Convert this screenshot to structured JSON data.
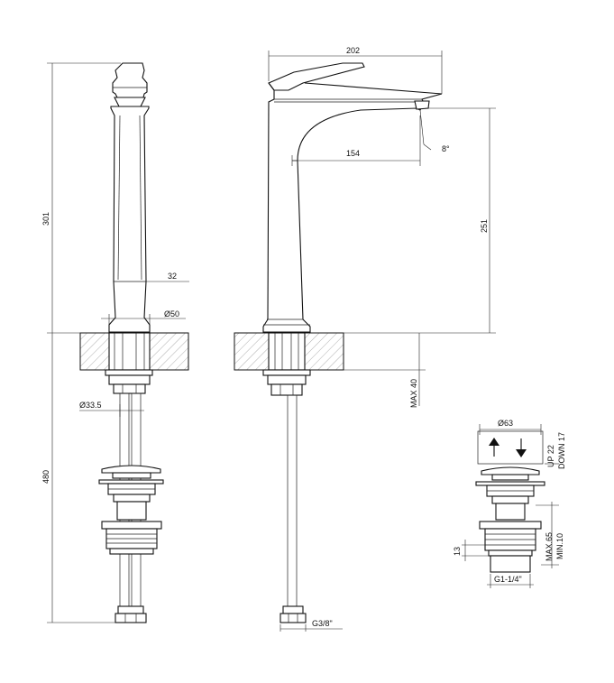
{
  "dimensions": {
    "overall_reach": "202",
    "spout_reach": "154",
    "spout_angle": "8°",
    "spout_height": "251",
    "body_height": "301",
    "body_depth": "32",
    "base_diameter": "Ø50",
    "shank_diameter": "Ø33.5",
    "total_length": "480",
    "max_deck_thickness": "MAX 40",
    "hose_thread": "G3/8\"",
    "waste_diameter": "Ø63",
    "waste_up": "UP 22",
    "waste_down": "DOWN 17",
    "waste_nut_height": "13",
    "waste_max_min_1": "MAX.65",
    "waste_max_min_2": "MIN.10",
    "waste_thread": "G1-1/4\""
  }
}
